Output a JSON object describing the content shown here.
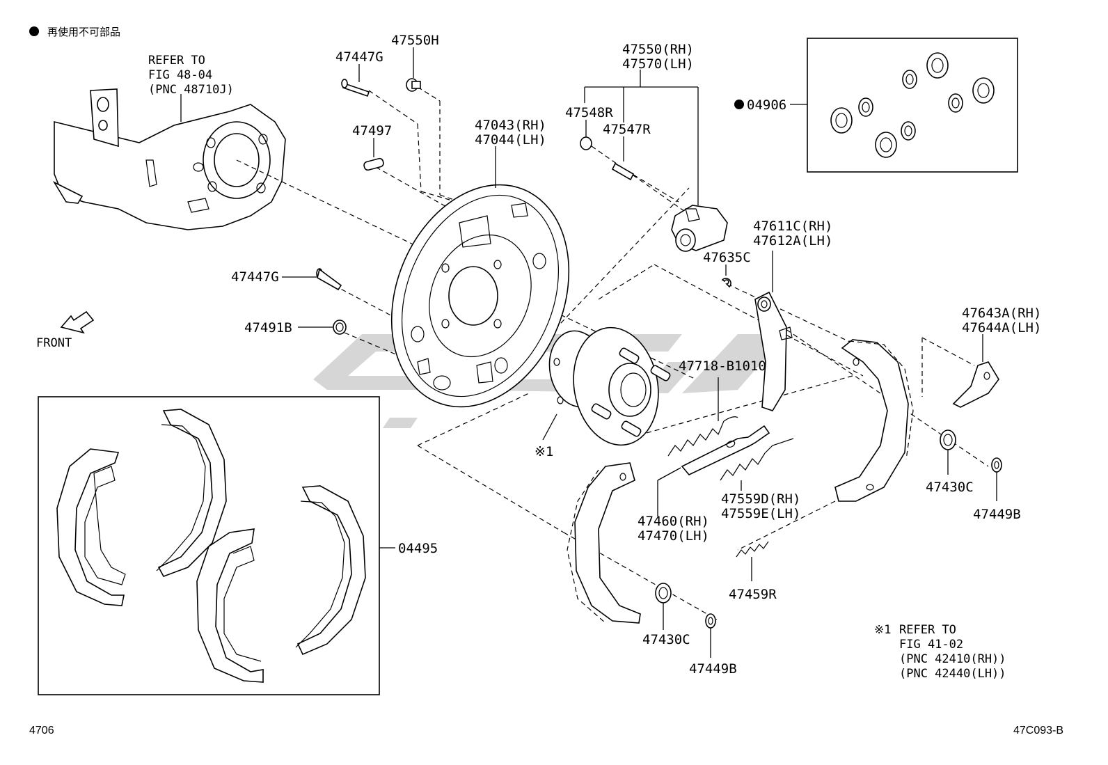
{
  "header": {
    "legend_marker": "●",
    "legend_text": "再使用不可部品"
  },
  "references": {
    "knuckle_ref": [
      "REFER TO",
      "FIG 48-04",
      "(PNC 48710J)"
    ],
    "hub_note_marker": "※1",
    "hub_note": [
      "REFER TO",
      "FIG 41-02",
      "(PNC 42410(RH))",
      "(PNC 42440(LH))"
    ]
  },
  "front_label": "FRONT",
  "parts": {
    "p47550H": "47550H",
    "p47447G_top": "47447G",
    "p47497": "47497",
    "p47043": "47043(RH)",
    "p47044": "47044(LH)",
    "p47550": "47550(RH)",
    "p47570": "47570(LH)",
    "p47548R": "47548R",
    "p47547R": "47547R",
    "p04906": "04906",
    "p47611C": "47611C(RH)",
    "p47612A": "47612A(LH)",
    "p47635C": "47635C",
    "p47447G_mid": "47447G",
    "p47491B": "47491B",
    "p47643A": "47643A(RH)",
    "p47644A": "47644A(LH)",
    "p47718": "47718-B1010",
    "hub_marker": "※1",
    "p47430C_right": "47430C",
    "p47449B_right": "47449B",
    "p47559D": "47559D(RH)",
    "p47559E": "47559E(LH)",
    "p47460": "47460(RH)",
    "p47470": "47470(LH)",
    "p04495": "04495",
    "p47459R": "47459R",
    "p47430C_bottom": "47430C",
    "p47449B_bottom": "47449B"
  },
  "footer": {
    "left": "4706",
    "right": "47C093-B"
  }
}
